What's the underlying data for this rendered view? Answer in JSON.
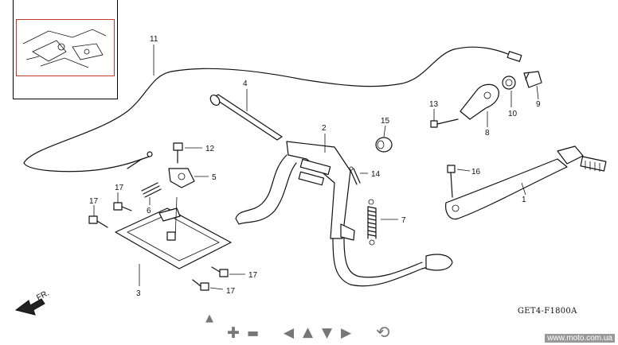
{
  "diagram": {
    "callouts": {
      "c1": "1",
      "c2": "2",
      "c3": "3",
      "c4": "4",
      "c5": "5",
      "c6": "6",
      "c7": "7",
      "c8": "8",
      "c9": "9",
      "c10": "10",
      "c11": "11",
      "c12": "12",
      "c13": "13",
      "c14": "14",
      "c15": "15",
      "c16": "16",
      "c17a": "17",
      "c17b": "17",
      "c17c": "17",
      "c17d": "17"
    },
    "front_marker": "FR.",
    "drawing_code": "GET4-F1800A"
  },
  "toolbar": {
    "up": "▲",
    "zoom_in": "✚",
    "zoom_out": "▬",
    "left": "◀",
    "upward": "▲",
    "down": "▼",
    "right": "▶",
    "reset": "⟲"
  },
  "watermark": "www.moto.com.ua",
  "icons": [
    "arrow-up-icon",
    "zoom-in-icon",
    "zoom-out-icon",
    "pan-left-icon",
    "pan-up-icon",
    "pan-down-icon",
    "pan-right-icon",
    "reset-icon"
  ],
  "colors": {
    "thumbnail_frame": "#c0392b",
    "toolbar_icons": "#777777"
  }
}
